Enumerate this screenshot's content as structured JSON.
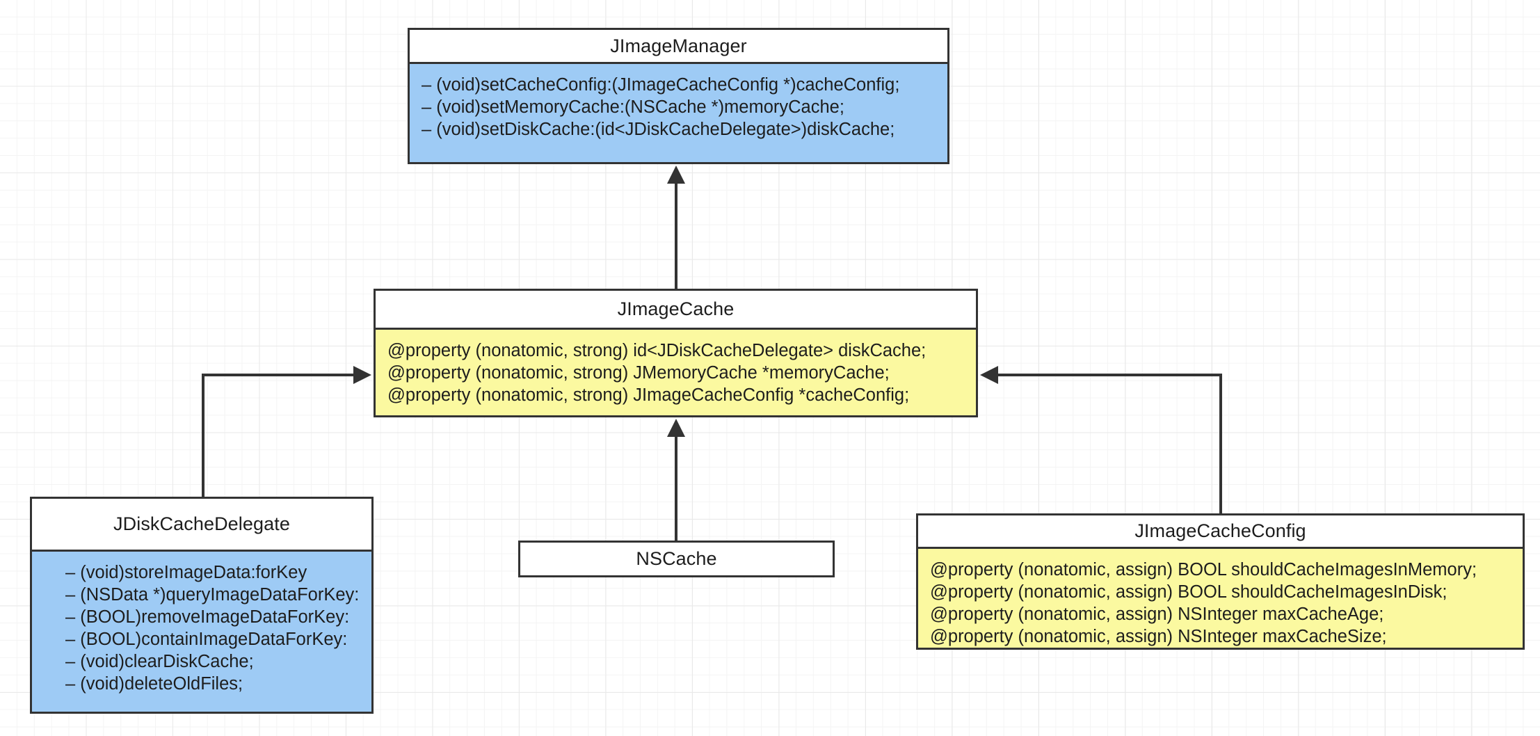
{
  "diagram": {
    "type": "uml-class-diagram",
    "colors": {
      "method_block": "#9ecbf5",
      "property_block": "#fbf9a0",
      "border": "#333333",
      "background": "#ffffff",
      "grid": "#e9e9e9"
    },
    "classes": [
      {
        "id": "jimagemanager",
        "name": "JImageManager",
        "block_color": "#9ecbf5",
        "members": [
          "–  (void)setCacheConfig:(JImageCacheConfig *)cacheConfig;",
          "–  (void)setMemoryCache:(NSCache *)memoryCache;",
          "–  (void)setDiskCache:(id<JDiskCacheDelegate>)diskCache;"
        ]
      },
      {
        "id": "jimagecache",
        "name": "JImageCache",
        "block_color": "#fbf9a0",
        "members": [
          "@property (nonatomic, strong) id<JDiskCacheDelegate> diskCache;",
          "@property (nonatomic, strong) JMemoryCache *memoryCache;",
          "@property (nonatomic, strong) JImageCacheConfig *cacheConfig;"
        ]
      },
      {
        "id": "jdiskcachedelegate",
        "name": "JDiskCacheDelegate",
        "block_color": "#9ecbf5",
        "members": [
          "–  (void)storeImageData:forKey",
          "–  (NSData *)queryImageDataForKey:",
          "–  (BOOL)removeImageDataForKey:",
          "–  (BOOL)containImageDataForKey:",
          "–  (void)clearDiskCache;",
          "–  (void)deleteOldFiles;"
        ]
      },
      {
        "id": "nscache",
        "name": "NSCache",
        "block_color": null,
        "members": []
      },
      {
        "id": "jimagecacheconfig",
        "name": "JImageCacheConfig",
        "block_color": "#fbf9a0",
        "members": [
          "@property (nonatomic, assign) BOOL shouldCacheImagesInMemory;",
          "@property (nonatomic, assign) BOOL shouldCacheImagesInDisk;",
          "@property (nonatomic, assign) NSInteger maxCacheAge;",
          "@property (nonatomic, assign) NSInteger maxCacheSize;"
        ]
      }
    ],
    "connections": [
      {
        "id": "c1",
        "from": "jimagecache",
        "to": "jimagemanager",
        "direction": "up",
        "style": "solid-arrow"
      },
      {
        "id": "c2",
        "from": "nscache",
        "to": "jimagecache",
        "direction": "up",
        "style": "solid-arrow"
      },
      {
        "id": "c3",
        "from": "jdiskcachedelegate",
        "to": "jimagecache",
        "direction": "right",
        "style": "solid-arrow"
      },
      {
        "id": "c4",
        "from": "jimagecacheconfig",
        "to": "jimagecache",
        "direction": "left",
        "style": "solid-arrow"
      }
    ]
  }
}
